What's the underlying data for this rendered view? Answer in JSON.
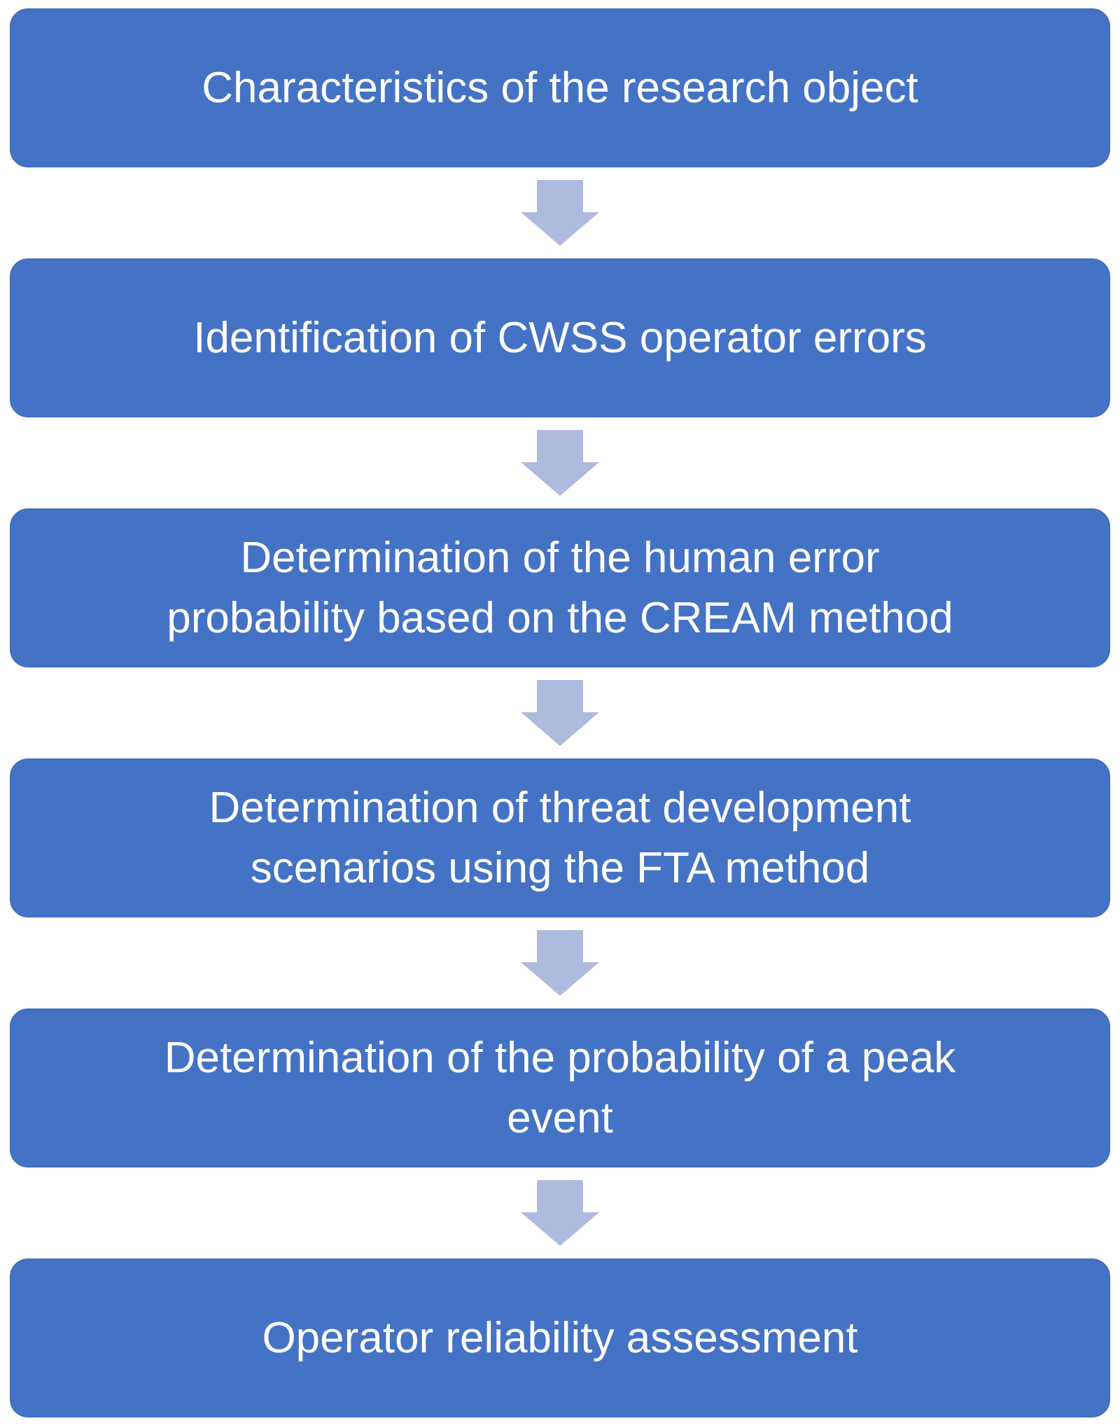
{
  "diagram": {
    "type": "flowchart",
    "direction": "top-to-bottom",
    "steps": [
      {
        "lines": [
          "Characteristics of the research object"
        ]
      },
      {
        "lines": [
          "Identification of CWSS operator errors"
        ]
      },
      {
        "lines": [
          "Determination of the human error",
          "probability based on the CREAM method"
        ]
      },
      {
        "lines": [
          "Determination of threat development",
          "scenarios using the FTA method"
        ]
      },
      {
        "lines": [
          "Determination of the probability of a peak",
          "event"
        ]
      },
      {
        "lines": [
          "Operator reliability assessment"
        ]
      }
    ],
    "connector": {
      "icon": "down-arrow-icon",
      "shape": "block-arrow-down"
    },
    "colors": {
      "box_fill": "#4472C4",
      "box_text": "#FFFFFF",
      "arrow_fill": "#AFBBDE",
      "background": "#FFFFFF"
    }
  }
}
